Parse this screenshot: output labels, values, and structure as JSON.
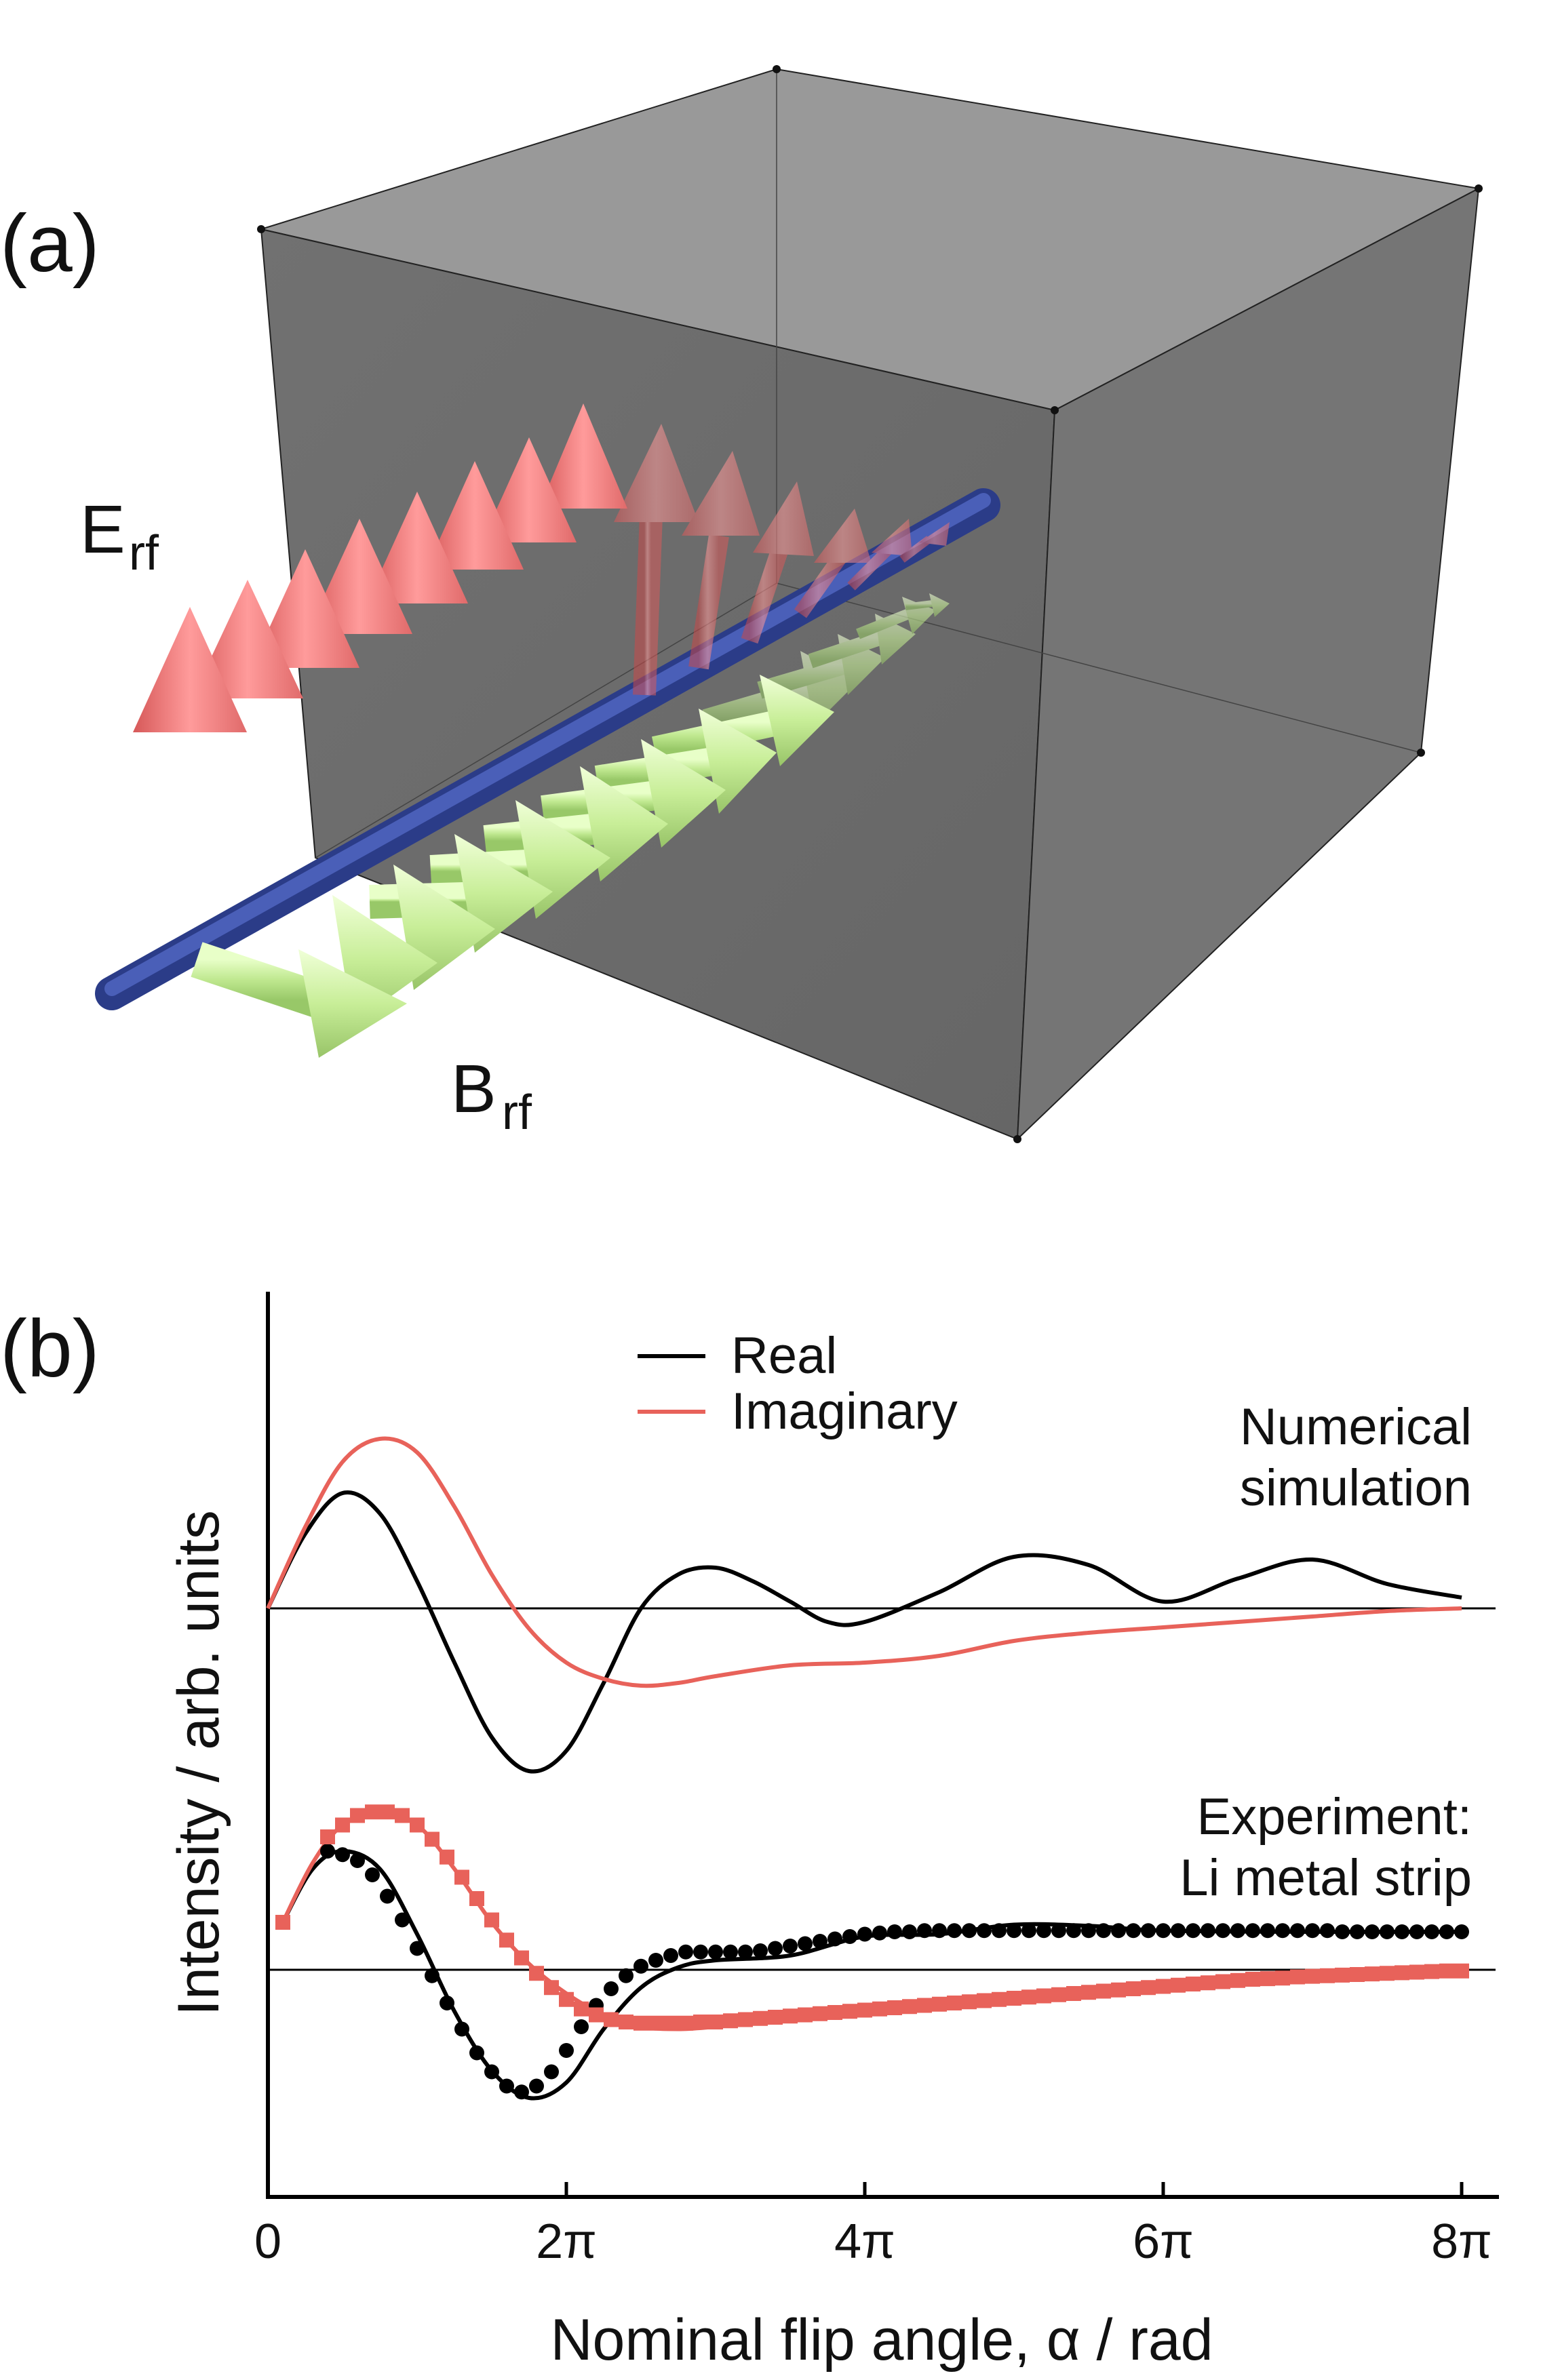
{
  "panel_a": {
    "label": "(a)",
    "e_field_label": "E",
    "e_field_sub": "rf",
    "b_field_label": "B",
    "b_field_sub": "rf",
    "colors": {
      "e_arrow": "#f07070",
      "b_arrow": "#c8f09a",
      "axis_rod": "#3b4fa0",
      "cube_face": "#6b6b6b",
      "cube_top": "#9a9a9a"
    }
  },
  "panel_b": {
    "label": "(b)",
    "legend": {
      "real": "Real",
      "imaginary": "Imaginary"
    },
    "annotation_sim": [
      "Numerical",
      "simulation"
    ],
    "annotation_exp": [
      "Experiment:",
      "Li metal strip"
    ],
    "colors": {
      "real": "#000000",
      "imaginary": "#e8625a"
    }
  },
  "chart_data": {
    "type": "line",
    "xlabel": "Nominal flip angle, α / rad",
    "ylabel": "Intensity / arb. units",
    "xlim": [
      0,
      8.2
    ],
    "x_unit": "π",
    "ticks": [
      {
        "value": 0,
        "label": "0"
      },
      {
        "value": 2,
        "label": "2π"
      },
      {
        "value": 4,
        "label": "4π"
      },
      {
        "value": 6,
        "label": "6π"
      },
      {
        "value": 8,
        "label": "8π"
      }
    ],
    "grid": false,
    "legend_position": "top-center",
    "series": [
      {
        "name": "Real",
        "group": "Numerical simulation",
        "style": "line",
        "color": "#000000",
        "x": [
          0,
          0.25,
          0.5,
          0.75,
          1,
          1.25,
          1.5,
          1.75,
          2,
          2.25,
          2.5,
          2.75,
          3,
          3.25,
          3.5,
          3.75,
          4,
          4.5,
          5,
          5.5,
          6,
          6.5,
          7,
          7.5,
          8
        ],
        "y": [
          0,
          0.55,
          0.85,
          0.7,
          0.2,
          -0.4,
          -0.95,
          -1.2,
          -1.05,
          -0.55,
          0,
          0.25,
          0.3,
          0.2,
          0.05,
          -0.1,
          -0.1,
          0.12,
          0.38,
          0.32,
          0.05,
          0.22,
          0.36,
          0.18,
          0.08
        ]
      },
      {
        "name": "Imaginary",
        "group": "Numerical simulation",
        "style": "line",
        "color": "#e8625a",
        "x": [
          0,
          0.25,
          0.5,
          0.75,
          1,
          1.25,
          1.5,
          1.75,
          2,
          2.25,
          2.5,
          2.75,
          3,
          3.5,
          4,
          4.5,
          5,
          5.5,
          6,
          6.5,
          7,
          7.5,
          8
        ],
        "y": [
          0,
          0.6,
          1.08,
          1.25,
          1.15,
          0.75,
          0.25,
          -0.15,
          -0.4,
          -0.52,
          -0.57,
          -0.55,
          -0.5,
          -0.42,
          -0.4,
          -0.35,
          -0.24,
          -0.18,
          -0.14,
          -0.1,
          -0.06,
          -0.02,
          0
        ]
      },
      {
        "name": "Real",
        "group": "Experiment: Li metal strip (fit)",
        "style": "line",
        "color": "#000000",
        "x": [
          0.1,
          0.3,
          0.5,
          0.75,
          1,
          1.25,
          1.5,
          1.75,
          2,
          2.25,
          2.5,
          2.75,
          3,
          3.5,
          4,
          4.5,
          5,
          5.5,
          6,
          7,
          8
        ],
        "y": [
          0.4,
          0.85,
          1.0,
          0.85,
          0.3,
          -0.35,
          -0.85,
          -1.08,
          -0.95,
          -0.5,
          -0.15,
          0.02,
          0.08,
          0.12,
          0.28,
          0.3,
          0.38,
          0.37,
          0.33,
          0.32,
          0.32
        ]
      },
      {
        "name": "Imaginary",
        "group": "Experiment: Li metal strip (fit)",
        "style": "line",
        "color": "#e8625a",
        "x": [
          0.1,
          0.3,
          0.5,
          0.75,
          1,
          1.25,
          1.5,
          1.75,
          2,
          2.25,
          2.5,
          2.75,
          3,
          3.5,
          4,
          4.5,
          5,
          5.5,
          6,
          7,
          8
        ],
        "y": [
          0.4,
          0.9,
          1.22,
          1.32,
          1.22,
          0.85,
          0.4,
          0.05,
          -0.2,
          -0.38,
          -0.48,
          -0.5,
          -0.48,
          -0.42,
          -0.38,
          -0.3,
          -0.24,
          -0.17,
          -0.12,
          -0.06,
          -0.02
        ]
      },
      {
        "name": "Real",
        "group": "Experiment: Li metal strip (data)",
        "style": "points",
        "marker": "circle",
        "color": "#000000",
        "x": [
          0.4,
          0.5,
          0.6,
          0.7,
          0.8,
          0.9,
          1.0,
          1.1,
          1.2,
          1.3,
          1.4,
          1.5,
          1.6,
          1.7,
          1.8,
          1.9,
          2.0,
          2.1,
          2.2,
          2.3,
          2.4,
          2.5,
          2.6,
          2.7,
          2.8,
          2.9,
          3.0,
          3.1,
          3.2,
          3.3,
          3.4,
          3.5,
          3.6,
          3.7,
          3.8,
          3.9,
          4.0,
          4.1,
          4.2,
          4.3,
          4.4,
          4.5,
          4.6,
          4.7,
          4.8,
          4.9,
          5.0,
          5.1,
          5.2,
          5.3,
          5.4,
          5.5,
          5.6,
          5.7,
          5.8,
          5.9,
          6.0,
          6.1,
          6.2,
          6.3,
          6.4,
          6.5,
          6.6,
          6.7,
          6.8,
          6.9,
          7.0,
          7.1,
          7.2,
          7.3,
          7.4,
          7.5,
          7.6,
          7.7,
          7.8,
          7.9,
          8.0
        ],
        "y": [
          1.0,
          0.97,
          0.92,
          0.8,
          0.62,
          0.42,
          0.18,
          -0.05,
          -0.28,
          -0.5,
          -0.7,
          -0.86,
          -0.98,
          -1.03,
          -0.98,
          -0.86,
          -0.68,
          -0.48,
          -0.3,
          -0.16,
          -0.05,
          0.03,
          0.08,
          0.12,
          0.15,
          0.15,
          0.15,
          0.15,
          0.15,
          0.16,
          0.18,
          0.2,
          0.22,
          0.24,
          0.26,
          0.28,
          0.3,
          0.31,
          0.32,
          0.32,
          0.33,
          0.33,
          0.33,
          0.33,
          0.33,
          0.33,
          0.33,
          0.33,
          0.33,
          0.33,
          0.33,
          0.33,
          0.33,
          0.33,
          0.33,
          0.33,
          0.33,
          0.33,
          0.33,
          0.33,
          0.33,
          0.33,
          0.33,
          0.33,
          0.33,
          0.33,
          0.33,
          0.33,
          0.32,
          0.32,
          0.32,
          0.32,
          0.32,
          0.32,
          0.32,
          0.32,
          0.32
        ]
      },
      {
        "name": "Imaginary",
        "group": "Experiment: Li metal strip (data)",
        "style": "points",
        "marker": "square",
        "color": "#e8625a",
        "x": [
          0.1,
          0.4,
          0.5,
          0.6,
          0.7,
          0.8,
          0.9,
          1.0,
          1.1,
          1.2,
          1.3,
          1.4,
          1.5,
          1.6,
          1.7,
          1.8,
          1.9,
          2.0,
          2.1,
          2.2,
          2.3,
          2.4,
          2.5,
          2.6,
          2.7,
          2.8,
          2.9,
          3.0,
          3.1,
          3.2,
          3.3,
          3.4,
          3.5,
          3.6,
          3.7,
          3.8,
          3.9,
          4.0,
          4.1,
          4.2,
          4.3,
          4.4,
          4.5,
          4.6,
          4.7,
          4.8,
          4.9,
          5.0,
          5.1,
          5.2,
          5.3,
          5.4,
          5.5,
          5.6,
          5.7,
          5.8,
          5.9,
          6.0,
          6.1,
          6.2,
          6.3,
          6.4,
          6.5,
          6.6,
          6.7,
          6.8,
          6.9,
          7.0,
          7.1,
          7.2,
          7.3,
          7.4,
          7.5,
          7.6,
          7.7,
          7.8,
          7.9,
          8.0
        ],
        "y": [
          0.4,
          1.12,
          1.22,
          1.3,
          1.33,
          1.33,
          1.3,
          1.22,
          1.1,
          0.95,
          0.78,
          0.6,
          0.42,
          0.25,
          0.1,
          -0.03,
          -0.15,
          -0.25,
          -0.33,
          -0.38,
          -0.42,
          -0.44,
          -0.45,
          -0.45,
          -0.45,
          -0.45,
          -0.44,
          -0.44,
          -0.43,
          -0.42,
          -0.41,
          -0.4,
          -0.39,
          -0.38,
          -0.37,
          -0.36,
          -0.35,
          -0.34,
          -0.33,
          -0.32,
          -0.31,
          -0.3,
          -0.29,
          -0.28,
          -0.27,
          -0.26,
          -0.25,
          -0.24,
          -0.23,
          -0.22,
          -0.21,
          -0.2,
          -0.19,
          -0.18,
          -0.17,
          -0.16,
          -0.15,
          -0.14,
          -0.13,
          -0.12,
          -0.11,
          -0.1,
          -0.09,
          -0.08,
          -0.075,
          -0.07,
          -0.06,
          -0.055,
          -0.05,
          -0.045,
          -0.04,
          -0.035,
          -0.03,
          -0.025,
          -0.02,
          -0.015,
          -0.01,
          -0.01
        ]
      }
    ]
  }
}
